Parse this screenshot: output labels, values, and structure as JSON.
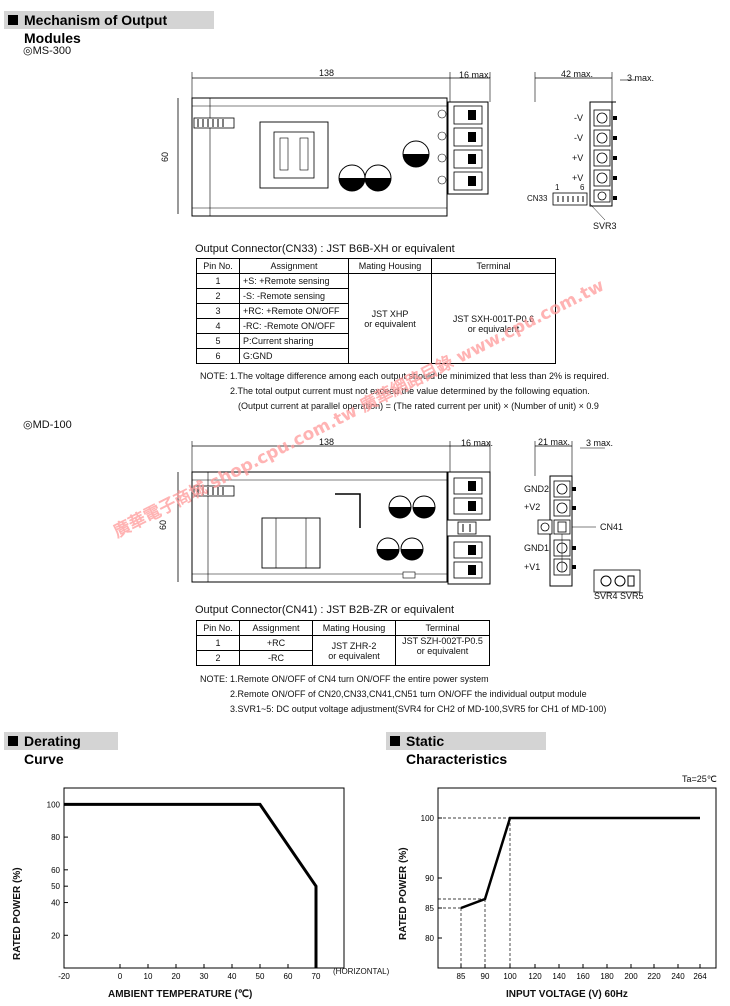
{
  "sections": {
    "mechanism": "Mechanism of Output Modules",
    "derating": "Derating Curve",
    "static": "Static Characteristics"
  },
  "ms300": {
    "model": "◎MS-300",
    "dims": {
      "length": "138",
      "depth": "16 max.",
      "height": "60",
      "side_width": "42 max.",
      "side_depth": "3 max."
    },
    "side_labels": [
      "-V",
      "-V",
      "+V",
      "+V"
    ],
    "cn_label": "CN33",
    "pin_first": "1",
    "pin_last": "6",
    "svr_label": "SVR3",
    "connector_title": "Output Connector(CN33) : JST B6B-XH or equivalent",
    "table_headers": [
      "Pin No.",
      "Assignment",
      "Mating Housing",
      "Terminal"
    ],
    "rows": [
      {
        "pin": "1",
        "assign": "+S: +Remote sensing"
      },
      {
        "pin": "2",
        "assign": "-S: -Remote sensing"
      },
      {
        "pin": "3",
        "assign": "+RC: +Remote ON/OFF"
      },
      {
        "pin": "4",
        "assign": "-RC: -Remote ON/OFF"
      },
      {
        "pin": "5",
        "assign": "P:Current sharing"
      },
      {
        "pin": "6",
        "assign": "G:GND"
      }
    ],
    "housing": [
      "JST XHP",
      "or equivalent"
    ],
    "terminal": [
      "JST SXH-001T-P0.6",
      "or equivalent"
    ],
    "notes": [
      "NOTE: 1.The voltage difference among each output should be minimized that less than 2% is required.",
      "2.The total output current must not exceed the value determined by the following equation.",
      "(Output current at parallel operation) = (The rated current per unit) × (Number of unit) × 0.9"
    ]
  },
  "md100": {
    "model": "◎MD-100",
    "dims": {
      "length": "138",
      "depth": "16 max.",
      "height": "60",
      "side_width": "21 max.",
      "side_depth": "3 max."
    },
    "side_labels": [
      "GND2",
      "+V2",
      "GND1",
      "+V1"
    ],
    "cn_label": "CN41",
    "svr_labels": "SVR4 SVR5",
    "connector_title": "Output Connector(CN41) : JST B2B-ZR or equivalent",
    "table_headers": [
      "Pin No.",
      "Assignment",
      "Mating Housing",
      "Terminal"
    ],
    "rows": [
      {
        "pin": "1",
        "assign": "+RC"
      },
      {
        "pin": "2",
        "assign": "-RC"
      }
    ],
    "housing": [
      "JST ZHR-2",
      "or equivalent"
    ],
    "terminal": [
      "JST SZH-002T-P0.5",
      "or equivalent"
    ],
    "notes": [
      "NOTE: 1.Remote ON/OFF of CN4 turn ON/OFF the entire power system",
      "2.Remote ON/OFF of CN20,CN33,CN41,CN51 turn ON/OFF the individual output module",
      "3.SVR1~5: DC output voltage adjustment(SVR4 for CH2 of MD-100,SVR5 for CH1 of MD-100)"
    ]
  },
  "watermark": {
    "chinese": "廣華電子商城 shop.cpu.com.tw 廣華網路目錄 www.cpu.com.tw"
  },
  "derating_chart": {
    "ylabel": "RATED POWER (%)",
    "xlabel": "AMBIENT TEMPERATURE (℃)",
    "x_suffix": "(HORIZONTAL)",
    "x_ticks": [
      "-20",
      "0",
      "10",
      "20",
      "30",
      "40",
      "50",
      "60",
      "70"
    ],
    "y_ticks": [
      "100",
      "80",
      "60",
      "50",
      "40",
      "20"
    ]
  },
  "static_chart": {
    "ylabel": "RATED POWER (%)",
    "xlabel": "INPUT VOLTAGE (V) 60Hz",
    "ta": "Ta=25℃",
    "x_ticks": [
      "85",
      "90",
      "100",
      "120",
      "140",
      "160",
      "180",
      "200",
      "220",
      "240",
      "264"
    ],
    "y_ticks": [
      "100",
      "90",
      "85",
      "80"
    ]
  },
  "chart_data": [
    {
      "type": "line",
      "title": "Derating Curve",
      "xlabel": "AMBIENT TEMPERATURE (℃)",
      "ylabel": "RATED POWER (%)",
      "xlim": [
        -20,
        80
      ],
      "ylim": [
        0,
        110
      ],
      "series": [
        {
          "x": [
            -20,
            50,
            70,
            70
          ],
          "y": [
            100,
            100,
            50,
            0
          ]
        }
      ]
    },
    {
      "type": "line",
      "title": "Static Characteristics",
      "xlabel": "INPUT VOLTAGE (V) 60Hz",
      "ylabel": "RATED POWER (%)",
      "xlim": [
        75,
        275
      ],
      "ylim": [
        75,
        105
      ],
      "series": [
        {
          "x": [
            85,
            90,
            100,
            264
          ],
          "y": [
            85,
            86.5,
            100,
            100
          ]
        }
      ]
    }
  ]
}
